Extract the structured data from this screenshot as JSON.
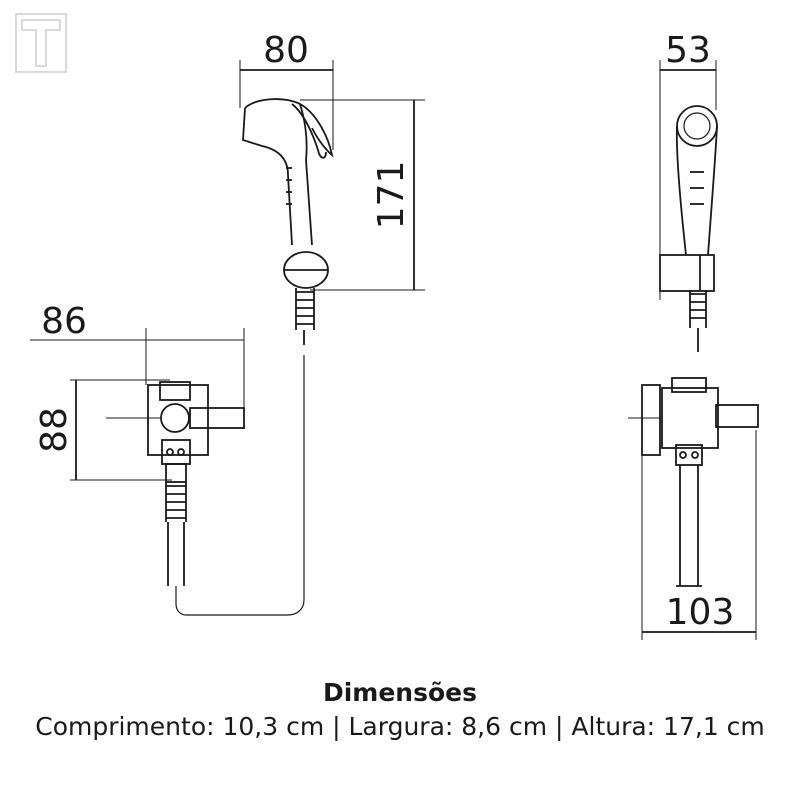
{
  "logo": {
    "letter": "T"
  },
  "dimensions": {
    "handset_width": "80",
    "handset_height": "171",
    "valve_width": "86",
    "valve_height": "88",
    "side_handset_width": "53",
    "side_depth": "103"
  },
  "caption": {
    "title": "Dimensões",
    "line": "Comprimento: 10,3 cm | Largura: 8,6 cm | Altura: 17,1 cm"
  }
}
